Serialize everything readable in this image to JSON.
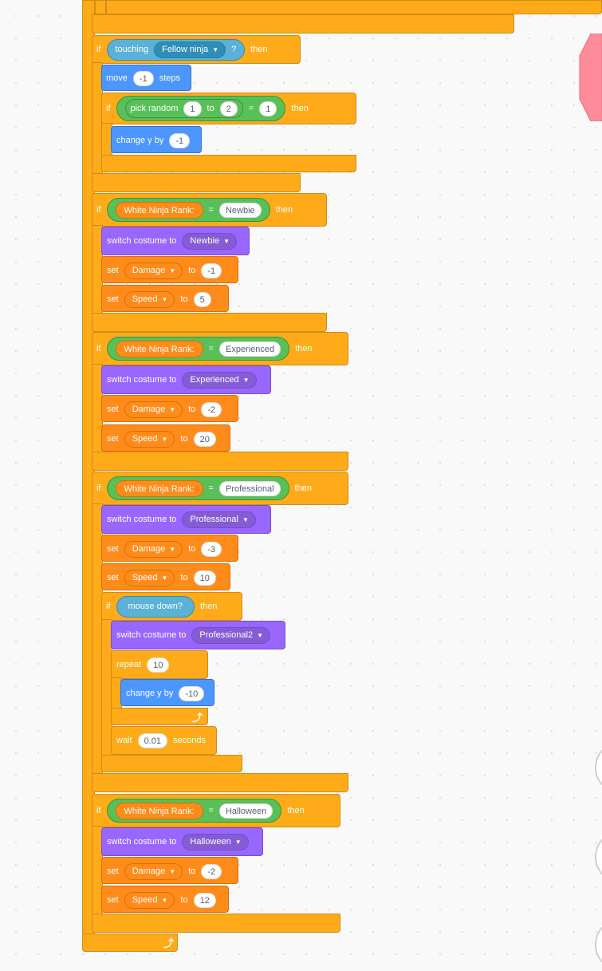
{
  "blocks": {
    "if_label": "if",
    "then_label": "then",
    "touching": {
      "label": "touching",
      "target": "Fellow ninja",
      "q": "?"
    },
    "move": {
      "label": "move",
      "value": "-1",
      "unit": "steps"
    },
    "pick_random": {
      "label": "pick random",
      "a": "1",
      "to": "to",
      "b": "2",
      "eq": "=",
      "cmp": "1"
    },
    "change_y": {
      "label": "change y by",
      "value": "-1"
    },
    "rank_newbie": {
      "var": "White Ninja Rank:",
      "eq": "=",
      "value": "Newbie"
    },
    "costume_newbie": {
      "label": "switch costume to",
      "value": "Newbie"
    },
    "set_dmg_newbie": {
      "label": "set",
      "var": "Damage",
      "to": "to",
      "value": "-1"
    },
    "set_spd_newbie": {
      "label": "set",
      "var": "Speed",
      "to": "to",
      "value": "5"
    },
    "rank_exp": {
      "var": "White Ninja Rank:",
      "eq": "=",
      "value": "Experienced"
    },
    "costume_exp": {
      "label": "switch costume to",
      "value": "Experienced"
    },
    "set_dmg_exp": {
      "label": "set",
      "var": "Damage",
      "to": "to",
      "value": "-2"
    },
    "set_spd_exp": {
      "label": "set",
      "var": "Speed",
      "to": "to",
      "value": "20"
    },
    "rank_pro": {
      "var": "White Ninja Rank:",
      "eq": "=",
      "value": "Professional"
    },
    "costume_pro": {
      "label": "switch costume to",
      "value": "Professional"
    },
    "set_dmg_pro": {
      "label": "set",
      "var": "Damage",
      "to": "to",
      "value": "-3"
    },
    "set_spd_pro": {
      "label": "set",
      "var": "Speed",
      "to": "to",
      "value": "10"
    },
    "mouse_down": {
      "label": "mouse down?"
    },
    "costume_pro2": {
      "label": "switch costume to",
      "value": "Professional2"
    },
    "repeat": {
      "label": "repeat",
      "value": "10"
    },
    "change_y2": {
      "label": "change y by",
      "value": "-10"
    },
    "wait": {
      "label": "wait",
      "value": "0.01",
      "unit": "seconds"
    },
    "rank_hal": {
      "var": "White Ninja Rank:",
      "eq": "=",
      "value": "Halloween"
    },
    "costume_hal": {
      "label": "switch costume to",
      "value": "Halloween"
    },
    "set_dmg_hal": {
      "label": "set",
      "var": "Damage",
      "to": "to",
      "value": "-2"
    },
    "set_spd_hal": {
      "label": "set",
      "var": "Speed",
      "to": "to",
      "value": "12"
    }
  },
  "colors": {
    "control": "#ffab19",
    "motion": "#4c97ff",
    "looks": "#9966ff",
    "variables": "#ff8c1a",
    "operators": "#59c059",
    "sensing": "#5cb1d6"
  }
}
